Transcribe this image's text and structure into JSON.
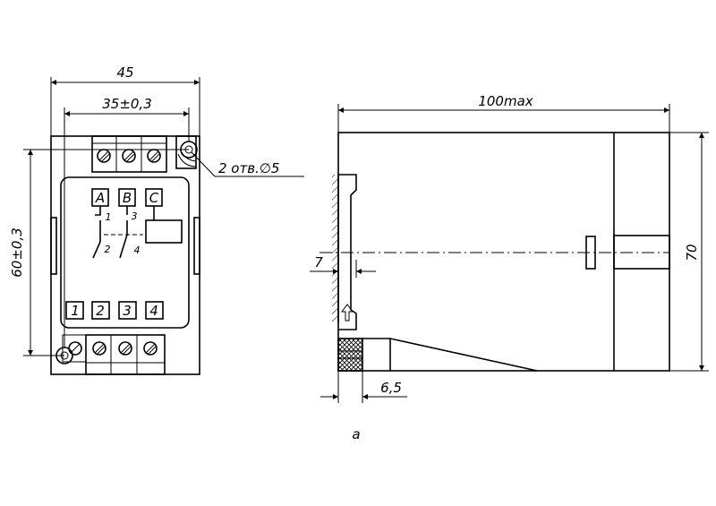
{
  "front_view": {
    "dim_width": "45",
    "dim_mount_spacing": "35±0,3",
    "dim_height": "60±0,3",
    "hole_note": "2 отв.∅5",
    "relay_terminals": [
      "A",
      "B",
      "C"
    ],
    "contact_numbers": [
      "1",
      "3",
      "2",
      "4"
    ],
    "output_terminals": [
      "1",
      "2",
      "3",
      "4"
    ]
  },
  "side_view": {
    "dim_length": "100max",
    "dim_height": "70",
    "dim_offset": "7",
    "dim_thickness": "6,5"
  },
  "caption": "а"
}
